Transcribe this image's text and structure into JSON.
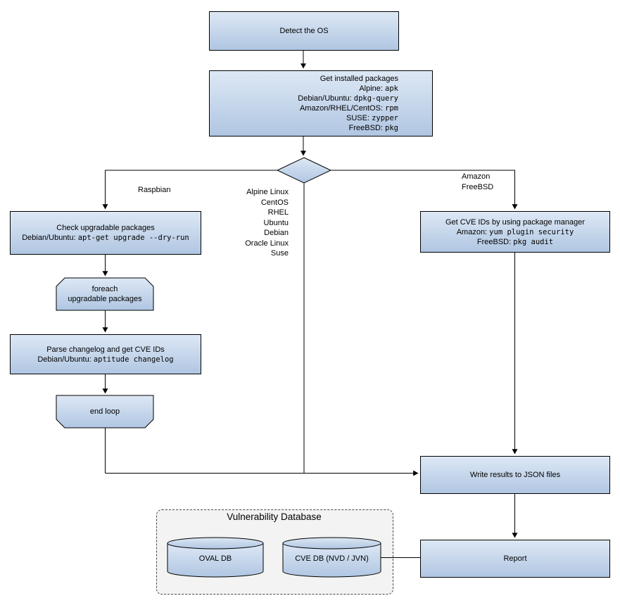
{
  "nodes": {
    "detect_os": {
      "label": "Detect the OS"
    },
    "get_packages": {
      "title": "Get installed packages",
      "lines": [
        {
          "pre": "Alpine: ",
          "cmd": "apk"
        },
        {
          "pre": "Debian/Ubuntu: ",
          "cmd": "dpkg-query"
        },
        {
          "pre": "Amazon/RHEL/CentOS: ",
          "cmd": "rpm"
        },
        {
          "pre": "SUSE: ",
          "cmd": "zypper"
        },
        {
          "pre": "FreeBSD: ",
          "cmd": "pkg"
        }
      ]
    },
    "check_upgradable": {
      "title": "Check upgradable packages",
      "lines": [
        {
          "pre": "Debian/Ubuntu: ",
          "cmd": "apt-get upgrade --dry-run"
        }
      ]
    },
    "foreach_loop": {
      "line1": "foreach",
      "line2": "upgradable packages"
    },
    "parse_changelog": {
      "title": "Parse changelog and get CVE IDs",
      "lines": [
        {
          "pre": "Debian/Ubuntu: ",
          "cmd": "aptitude changelog"
        }
      ]
    },
    "end_loop": {
      "label": "end loop"
    },
    "get_cve_ids": {
      "title": "Get CVE IDs by using package manager",
      "lines": [
        {
          "pre": "Amazon: ",
          "cmd": "yum plugin security"
        },
        {
          "pre": "FreeBSD: ",
          "cmd": "pkg audit"
        }
      ]
    },
    "write_json": {
      "label": "Write results to JSON files"
    },
    "report": {
      "label": "Report"
    },
    "vuln_db_container": {
      "title": "Vulnerability Database"
    },
    "oval_db": {
      "label": "OVAL DB"
    },
    "cve_db": {
      "label": "CVE DB (NVD / JVN)"
    }
  },
  "branch_labels": {
    "raspbian": "Raspbian",
    "middle": [
      "Alpine Linux",
      "CentOS",
      "RHEL",
      "Ubuntu",
      "Debian",
      "Oracle Linux",
      "Suse"
    ],
    "right": [
      "Amazon",
      "FreeBSD"
    ]
  },
  "colors": {
    "node_fill_top": "#dde8f5",
    "node_fill_bottom": "#b0c6e2",
    "node_border": "#000000",
    "container_fill": "#f3f3f3",
    "line_color": "#000000",
    "text": "#000000"
  }
}
